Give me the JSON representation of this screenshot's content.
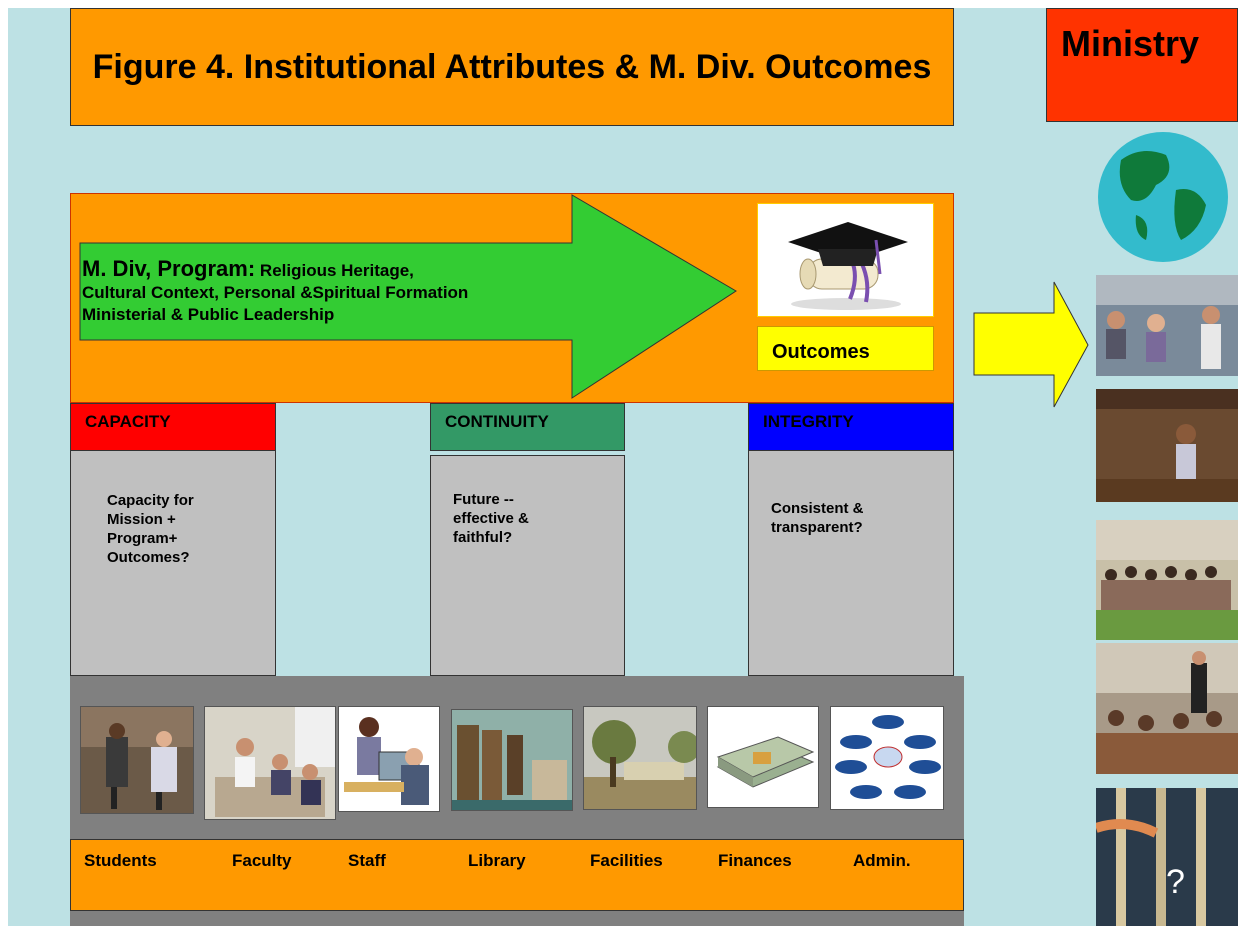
{
  "title": "Figure 4. Institutional Attributes & M. Div. Outcomes",
  "ministry_label": "Ministry",
  "program": {
    "heading": "M. Div, Program:",
    "line1_rest": " Religious Heritage,",
    "line2": "Cultural Context, Personal &Spiritual Formation",
    "line3": "Ministerial & Public Leadership"
  },
  "outcomes_label": "Outcomes",
  "pillars": [
    {
      "header": "CAPACITY",
      "lines": [
        "Capacity for",
        "Mission +",
        "Program+",
        "Outcomes?"
      ],
      "color": "#ff0000"
    },
    {
      "header": "CONTINUITY",
      "lines": [
        "Future --",
        "effective &",
        "faithful?"
      ],
      "color": "#339966"
    },
    {
      "header": "INTEGRITY",
      "lines": [
        "Consistent &",
        "transparent?"
      ],
      "color": "#0000ff"
    }
  ],
  "resources": [
    "Students",
    "Faculty",
    "Staff",
    "Library",
    "Facilities",
    "Finances",
    "Admin."
  ],
  "colors": {
    "orange": "#ff9900",
    "arrow_green": "#33cc33",
    "arrow_yellow": "#ffff00",
    "background": "#bde1e4",
    "gray": "#808080",
    "pillar_body": "#c0c0c0"
  },
  "icons": [
    "graduation-cap-icon",
    "globe-icon",
    "yellow-arrow-icon"
  ]
}
